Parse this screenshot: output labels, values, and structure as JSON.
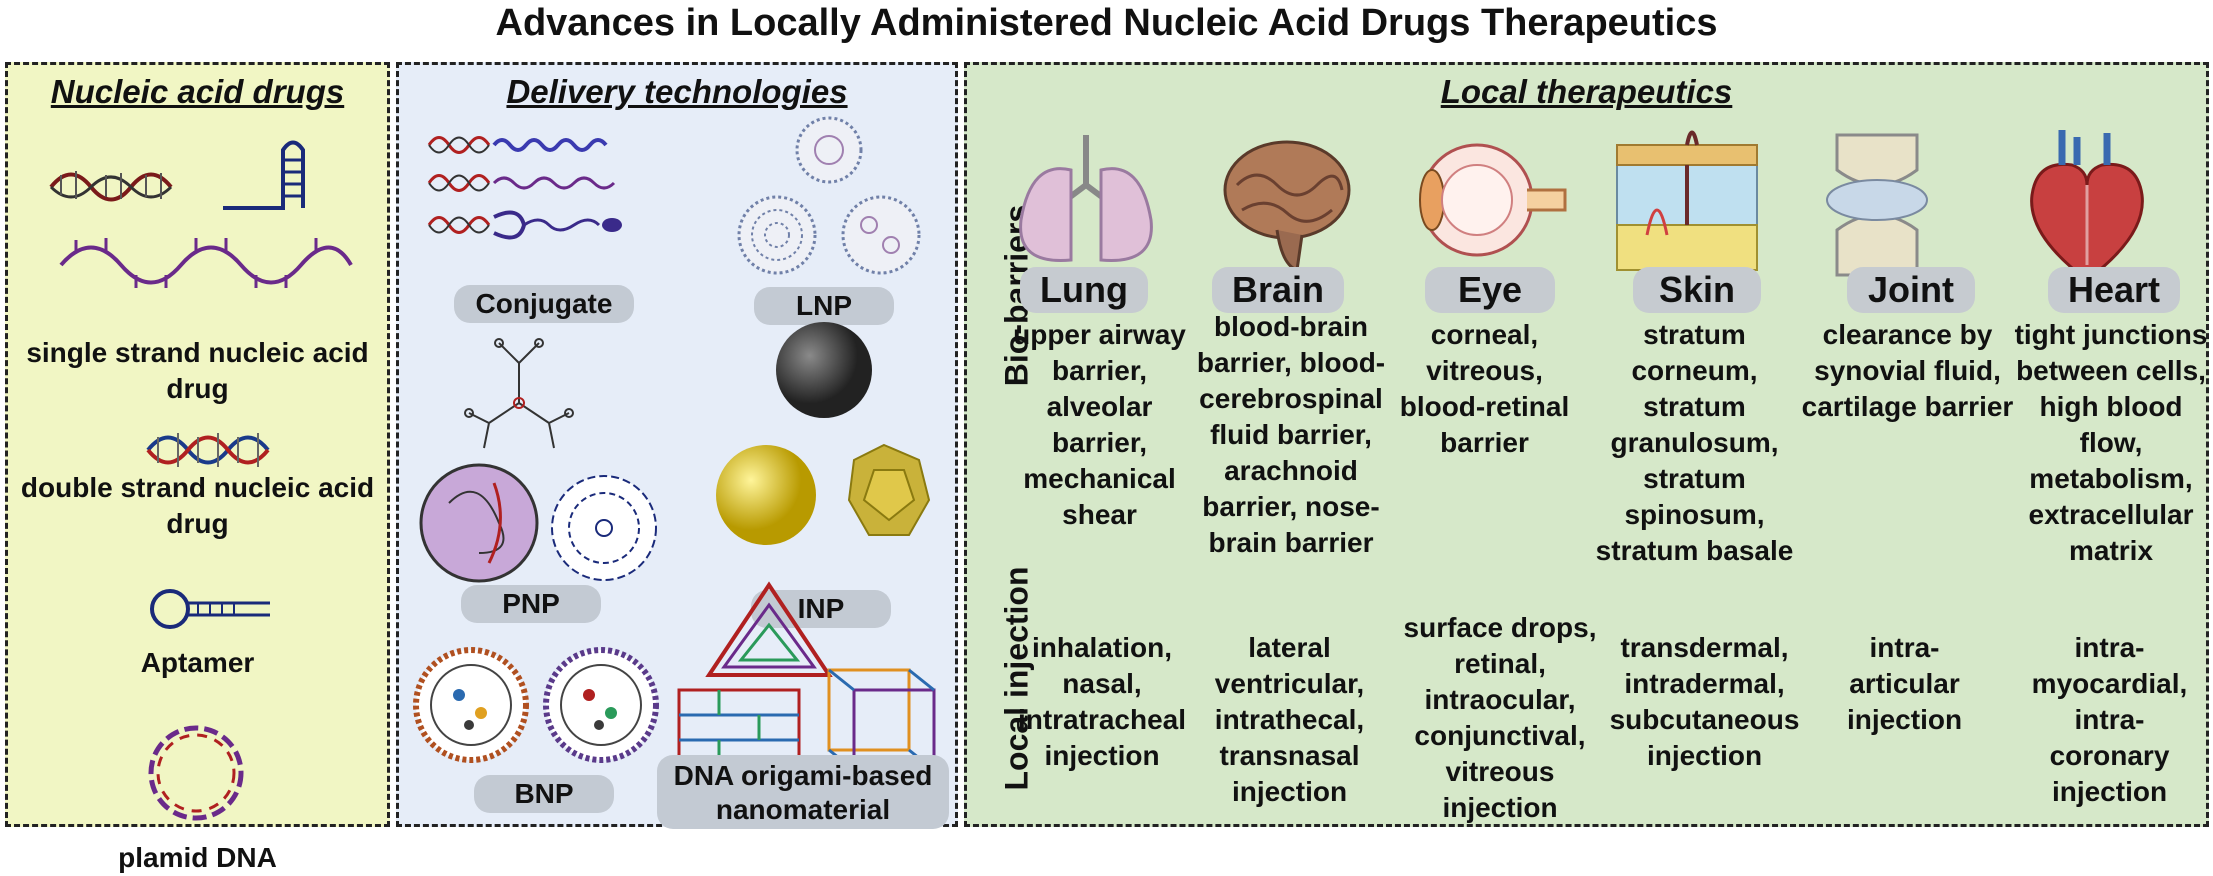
{
  "title": "Advances in Locally Administered Nucleic Acid Drugs Therapeutics",
  "panel1": {
    "title": "Nucleic acid drugs",
    "items": [
      "single strand nucleic acid drug",
      "double strand nucleic acid drug",
      "Aptamer",
      "plamid DNA"
    ]
  },
  "panel2": {
    "title": "Delivery technologies",
    "items": [
      "Conjugate",
      "LNP",
      "PNP",
      "INP",
      "BNP",
      "DNA origami-based nanomaterial"
    ]
  },
  "panel3": {
    "title": "Local therapeutics",
    "row_labels": [
      "Bio-barriers",
      "Local injection"
    ],
    "organs": [
      {
        "name": "Lung",
        "barriers": "upper airway barrier, alveolar barrier, mechanical shear",
        "injection": "inhalation, nasal, intratracheal injection"
      },
      {
        "name": "Brain",
        "barriers": "blood-brain barrier, blood-cerebrospinal fluid barrier, arachnoid barrier, nose-brain barrier",
        "injection": "lateral ventricular, intrathecal, transnasal injection"
      },
      {
        "name": "Eye",
        "barriers": "corneal, vitreous, blood-retinal barrier",
        "injection": "surface drops, retinal, intraocular, conjunctival, vitreous injection"
      },
      {
        "name": "Skin",
        "barriers": "stratum corneum, stratum granulosum, stratum spinosum, stratum basale",
        "injection": "transdermal, intradermal, subcutaneous injection"
      },
      {
        "name": "Joint",
        "barriers": "clearance by synovial fluid, cartilage barrier",
        "injection": "intra-articular injection"
      },
      {
        "name": "Heart",
        "barriers": "tight junctions between cells, high blood flow, metabolism, extracellular matrix",
        "injection": "intra-myocardial, intra-coronary injection"
      }
    ]
  }
}
